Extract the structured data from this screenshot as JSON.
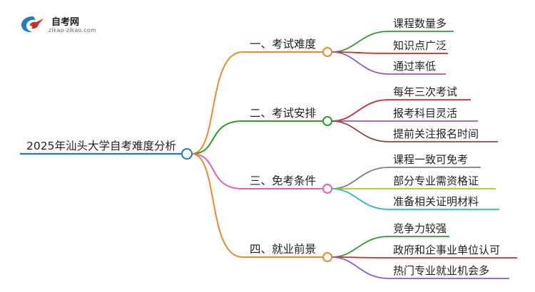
{
  "logo": {
    "title": "自考网",
    "url": "zikao-zikao.com"
  },
  "root": {
    "label": "2025年汕头大学自考难度分析",
    "color": "#1f7bc2"
  },
  "branches": [
    {
      "label": "一、考试难度",
      "color": "#f08a24",
      "children": [
        {
          "label": "课程数量多",
          "color": "#2aa02a"
        },
        {
          "label": "知识点广泛",
          "color": "#d62828"
        },
        {
          "label": "通过率低",
          "color": "#8e5cc7"
        }
      ]
    },
    {
      "label": "二、考试安排",
      "color": "#2aa02a",
      "children": [
        {
          "label": "每年三次考试",
          "color": "#d62828"
        },
        {
          "label": "报考科目灵活",
          "color": "#8e5cc7"
        },
        {
          "label": "提前关注报名时间",
          "color": "#8b4a3c"
        }
      ]
    },
    {
      "label": "三、免考条件",
      "color": "#e35fbf",
      "children": [
        {
          "label": "课程一致可免考",
          "color": "#7f7f7f"
        },
        {
          "label": "部分专业需资格证",
          "color": "#b8c21a"
        },
        {
          "label": "准备相关证明材料",
          "color": "#1fbcd2"
        }
      ]
    },
    {
      "label": "四、就业前景",
      "color": "#f08a24",
      "children": [
        {
          "label": "竞争力较强",
          "color": "#2aa02a"
        },
        {
          "label": "政府和企事业单位认可",
          "color": "#d62828"
        },
        {
          "label": "热门专业就业机会多",
          "color": "#8e5cc7"
        }
      ]
    }
  ]
}
